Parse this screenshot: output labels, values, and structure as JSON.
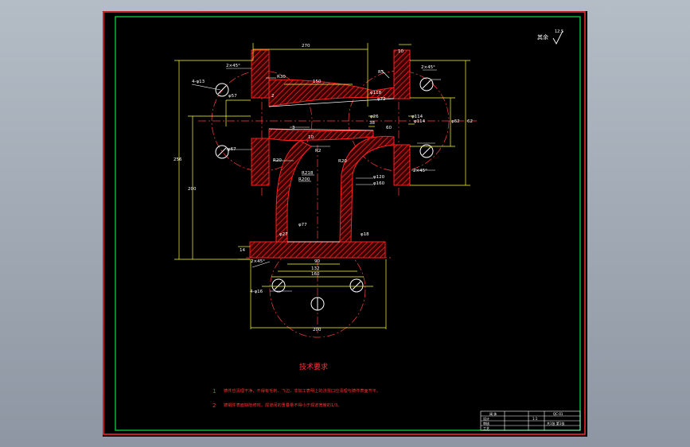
{
  "colors": {
    "background": "#000000",
    "frame": "#ff2a2a",
    "border": "#00e64a",
    "dimension": "#ffff33",
    "section": "#ff2020",
    "text": "#ffffff",
    "note": "#ff3030",
    "centerline": "#ff4040"
  },
  "roughness": {
    "label": "其余",
    "value": "12.5"
  },
  "dims": {
    "d270": "270",
    "d10top": "10",
    "d2x45tl": "2×45°",
    "d4phi13": "4-φ13",
    "r30": "R30",
    "d150": "150",
    "d2": "2",
    "phi118a": "φ118",
    "phi72": "φ72",
    "phi57": "φ57",
    "phi67": "φ67",
    "d3": "3",
    "dR2": "R2",
    "phi26": "φ26",
    "d38": "38",
    "r20l": "R20",
    "r20r": "R20",
    "r218": "R218",
    "r200": "R200",
    "r5": "R5",
    "d60": "60",
    "phi114a": "φ114",
    "phi114b": "φ114",
    "phi62": "φ62",
    "d2x45r": "2×45°",
    "d2x45rt": "2×45°",
    "d256": "256",
    "d200": "200",
    "d62": "62",
    "d14": "14",
    "d2x45b": "2×45°",
    "d90": "90",
    "d132": "132",
    "d160": "160",
    "d4phi16": "4-φ16",
    "d200b": "200",
    "phi27": "φ27",
    "phi77": "φ77",
    "phi120": "φ120",
    "phi160": "φ160",
    "phi18": "φ18",
    "d10": "10"
  },
  "notes": {
    "title": "技术要求",
    "items": [
      {
        "num": "1",
        "text": "铸件应清理干净，不得有毛刺、飞边，非加工表明上的浇冒口应清理与铸件表面齐平。"
      },
      {
        "num": "2",
        "text": "铸钢件表面缺陷修时，焊道间的重叠量不得小于焊道宽度的1/3。"
      }
    ]
  },
  "title_block": {
    "name": "阀 体",
    "code": "QC-01",
    "scale": "1:1",
    "rows": [
      "设计",
      "审核",
      "工艺"
    ],
    "sheet": "共1张 第1张"
  }
}
